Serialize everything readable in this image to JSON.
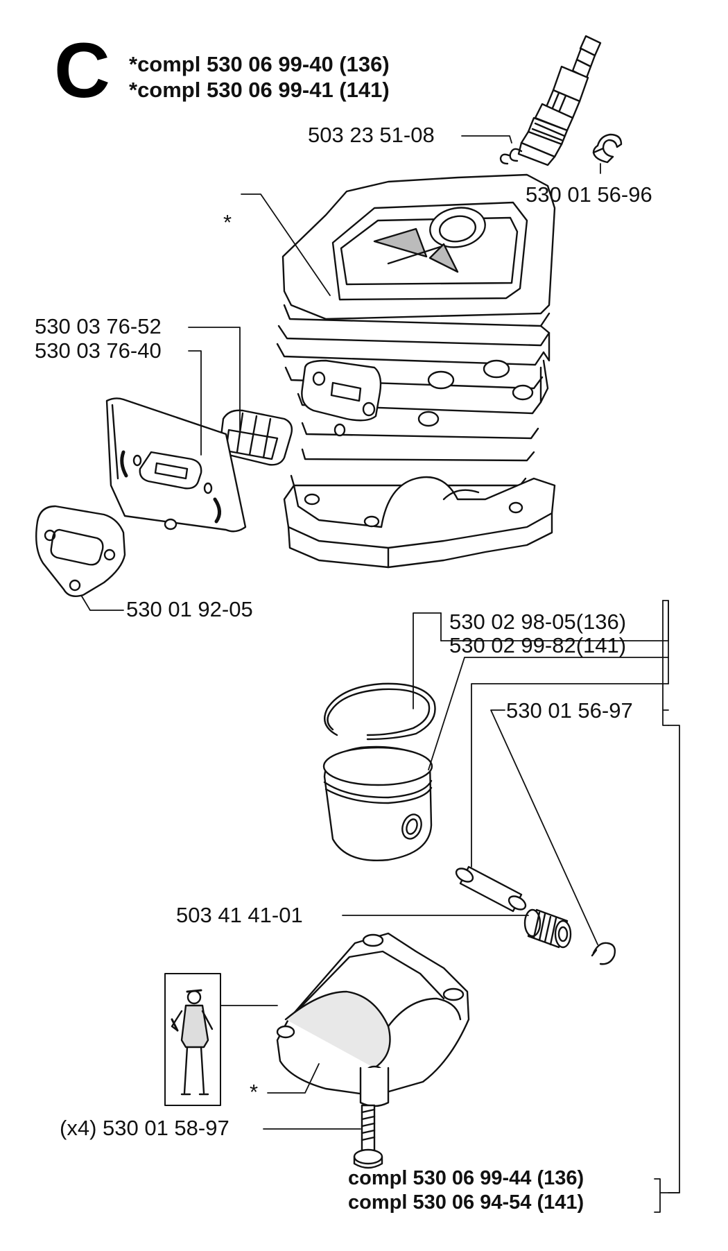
{
  "diagram": {
    "section_letter": "C",
    "header": {
      "line1": "*compl 530 06 99-40 (136)",
      "line2": "*compl 530 06 99-41 (141)"
    },
    "parts": {
      "spark_plug": "503 23 51-08",
      "clip": "530 01 56-96",
      "cylinder_marker": "*",
      "muffler_gasket_52": "530 03 76-52",
      "muffler_gasket_40": "530 03 76-40",
      "cylinder_gasket": "530 01 92-05",
      "piston_ring_136": "530 02 98-05(136)",
      "piston_ring_141": "530 02 99-82(141)",
      "retaining_ring": "530 01 56-97",
      "needle_bearing": "503 41 41-01",
      "crankcase_marker": "*",
      "screws": "(x4) 530 01 58-97"
    },
    "footer": {
      "line1": "compl 530 06 99-44 (136)",
      "line2": "compl 530 06 94-54 (141)"
    }
  }
}
